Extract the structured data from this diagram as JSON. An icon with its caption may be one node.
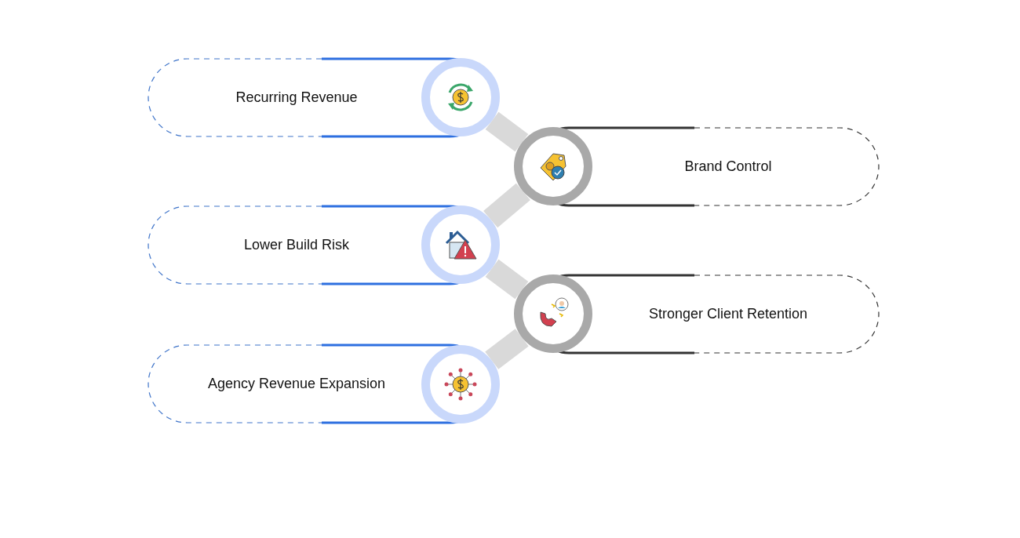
{
  "diagram": {
    "nodes": [
      {
        "text": [
          "Recurring Revenue"
        ]
      },
      {
        "text": [
          "Brand Control"
        ]
      },
      {
        "text": [
          "Lower Build Risk"
        ]
      },
      {
        "text": [
          "Stronger Client Retention"
        ]
      },
      {
        "text": [
          "Agency Revenue Expansion"
        ]
      },
      {
        "text": [],
        "shape": "circle"
      },
      {
        "text": [],
        "shape": "circle"
      },
      {
        "text": [],
        "shape": "circle"
      },
      {
        "text": [],
        "shape": "circle"
      },
      {
        "text": [],
        "shape": "circle"
      }
    ],
    "edges": [
      {
        "from": 5,
        "to": 6,
        "arrow": "none"
      },
      {
        "from": 6,
        "to": 7,
        "arrow": "none"
      },
      {
        "from": 7,
        "to": 8,
        "arrow": "none"
      },
      {
        "from": 8,
        "to": 9,
        "arrow": "none"
      }
    ]
  }
}
